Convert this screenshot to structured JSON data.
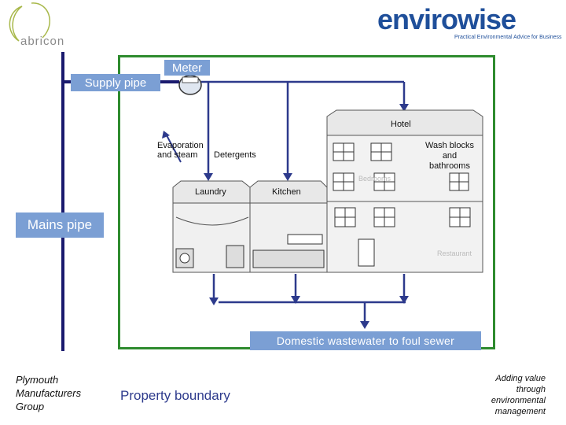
{
  "logos": {
    "left": "abricon",
    "right_main": "envirowise",
    "right_tagline": "Practical Environmental Advice for Business"
  },
  "labels": {
    "meter": "Meter",
    "supply_pipe": "Supply pipe",
    "mains_pipe": "Mains pipe",
    "wastewater": "Domestic wastewater to foul sewer",
    "property_boundary": "Property boundary"
  },
  "building": {
    "hotel": "Hotel",
    "wash_blocks": [
      "Wash blocks",
      "and",
      "bathrooms"
    ],
    "bedrooms": "Bedrooms",
    "restaurant": "Restaurant",
    "laundry": "Laundry",
    "kitchen": "Kitchen",
    "evaporation": [
      "Evaporation",
      "and steam"
    ],
    "detergents": "Detergents"
  },
  "footer": {
    "left": [
      "Plymouth",
      "Manufacturers",
      "Group"
    ],
    "right": [
      "Adding value",
      "through",
      "environmental",
      "management"
    ]
  },
  "colors": {
    "boundary": "#2e8b2e",
    "pipe": "#1a1a6e",
    "flow": "#2d3a8c",
    "label_bg": "#7b9fd4",
    "logo_green": "#a8b84a",
    "logo_blue": "#1f4f9a"
  }
}
